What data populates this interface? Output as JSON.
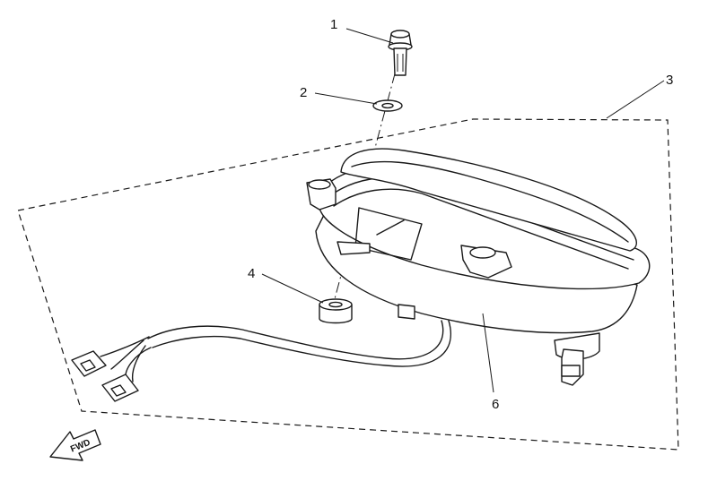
{
  "callouts": {
    "c1": "1",
    "c2": "2",
    "c3": "3",
    "c4": "4",
    "c6": "6"
  },
  "parts": [
    {
      "number": "1",
      "name": "bolt-icon"
    },
    {
      "number": "2",
      "name": "washer-icon"
    },
    {
      "number": "3",
      "name": "assembly-outline"
    },
    {
      "number": "4",
      "name": "grommet-icon"
    },
    {
      "number": "6",
      "name": "meter-housing"
    }
  ],
  "direction_arrow": {
    "label": "FWD",
    "icon": "forward-arrow-icon"
  },
  "colors": {
    "line": "#1a1a1a",
    "background": "#ffffff"
  }
}
